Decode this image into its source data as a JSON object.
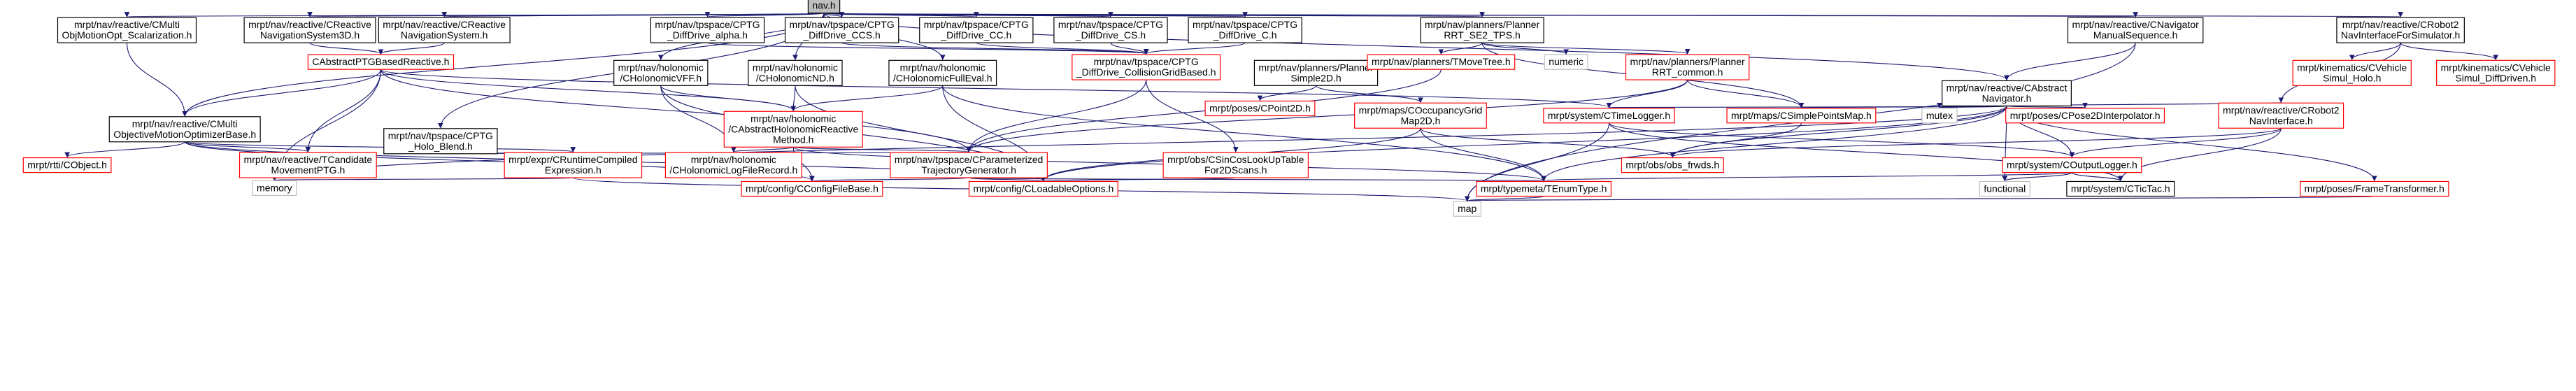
{
  "colors": {
    "edge": "#191970",
    "box_default": "#000000",
    "box_missing": "#ff0000",
    "box_system": "#bfbfbf",
    "root_fill": "#bfbfbf",
    "text": "#000000"
  },
  "nodes": [
    {
      "id": "nav",
      "lines": [
        "nav.h"
      ],
      "kind": "root"
    },
    {
      "id": "multiobj_scal",
      "lines": [
        "mrpt/nav/reactive/CMulti",
        "ObjMotionOpt_Scalarization.h"
      ],
      "kind": "default"
    },
    {
      "id": "crn3d",
      "lines": [
        "mrpt/nav/reactive/CReactive",
        "NavigationSystem3D.h"
      ],
      "kind": "default"
    },
    {
      "id": "crns",
      "lines": [
        "mrpt/nav/reactive/CReactive",
        "NavigationSystem.h"
      ],
      "kind": "default"
    },
    {
      "id": "alpha",
      "lines": [
        "mrpt/nav/tpspace/CPTG",
        "_DiffDrive_alpha.h"
      ],
      "kind": "default"
    },
    {
      "id": "ccs",
      "lines": [
        "mrpt/nav/tpspace/CPTG",
        "_DiffDrive_CCS.h"
      ],
      "kind": "default"
    },
    {
      "id": "cc",
      "lines": [
        "mrpt/nav/tpspace/CPTG",
        "_DiffDrive_CC.h"
      ],
      "kind": "default"
    },
    {
      "id": "cs",
      "lines": [
        "mrpt/nav/tpspace/CPTG",
        "_DiffDrive_CS.h"
      ],
      "kind": "default"
    },
    {
      "id": "c",
      "lines": [
        "mrpt/nav/tpspace/CPTG",
        "_DiffDrive_C.h"
      ],
      "kind": "default"
    },
    {
      "id": "rrt_se2",
      "lines": [
        "mrpt/nav/planners/Planner",
        "RRT_SE2_TPS.h"
      ],
      "kind": "default"
    },
    {
      "id": "cnavmanual",
      "lines": [
        "mrpt/nav/reactive/CNavigator",
        "ManualSequence.h"
      ],
      "kind": "default"
    },
    {
      "id": "crobot2sim",
      "lines": [
        "mrpt/nav/reactive/CRobot2",
        "NavInterfaceForSimulator.h"
      ],
      "kind": "default"
    },
    {
      "id": "ptgbased",
      "lines": [
        "CAbstractPTGBasedReactive.h"
      ],
      "kind": "missing"
    },
    {
      "id": "vff",
      "lines": [
        "mrpt/nav/holonomic",
        "/CHolonomicVFF.h"
      ],
      "kind": "default"
    },
    {
      "id": "nd",
      "lines": [
        "mrpt/nav/holonomic",
        "/CHolonomicND.h"
      ],
      "kind": "default"
    },
    {
      "id": "fulleval",
      "lines": [
        "mrpt/nav/holonomic",
        "/CHolonomicFullEval.h"
      ],
      "kind": "default"
    },
    {
      "id": "collgrid",
      "lines": [
        "mrpt/nav/tpspace/CPTG",
        "_DiffDrive_CollisionGridBased.h"
      ],
      "kind": "missing"
    },
    {
      "id": "simple2d",
      "lines": [
        "mrpt/nav/planners/Planner",
        "Simple2D.h"
      ],
      "kind": "default"
    },
    {
      "id": "tmovetree",
      "lines": [
        "mrpt/nav/planners/TMoveTree.h"
      ],
      "kind": "missing"
    },
    {
      "id": "numeric",
      "lines": [
        "numeric"
      ],
      "kind": "system"
    },
    {
      "id": "rrtcommon",
      "lines": [
        "mrpt/nav/planners/Planner",
        "RRT_common.h"
      ],
      "kind": "missing"
    },
    {
      "id": "cabsnav",
      "lines": [
        "mrpt/nav/reactive/CAbstract",
        "Navigator.h"
      ],
      "kind": "default"
    },
    {
      "id": "vehholo",
      "lines": [
        "mrpt/kinematics/CVehicle",
        "Simul_Holo.h"
      ],
      "kind": "missing"
    },
    {
      "id": "vehdiff",
      "lines": [
        "mrpt/kinematics/CVehicle",
        "Simul_DiffDriven.h"
      ],
      "kind": "missing"
    },
    {
      "id": "multiobjbase",
      "lines": [
        "mrpt/nav/reactive/CMulti",
        "ObjectiveMotionOptimizerBase.h"
      ],
      "kind": "default"
    },
    {
      "id": "holoblend",
      "lines": [
        "mrpt/nav/tpspace/CPTG",
        "_Holo_Blend.h"
      ],
      "kind": "default"
    },
    {
      "id": "absholo",
      "lines": [
        "mrpt/nav/holonomic",
        "/CAbstractHolonomicReactive",
        "Method.h"
      ],
      "kind": "missing"
    },
    {
      "id": "cpoint2d",
      "lines": [
        "mrpt/poses/CPoint2D.h"
      ],
      "kind": "missing"
    },
    {
      "id": "occgrid",
      "lines": [
        "mrpt/maps/COccupancyGrid",
        "Map2D.h"
      ],
      "kind": "missing"
    },
    {
      "id": "timelogger",
      "lines": [
        "mrpt/system/CTimeLogger.h"
      ],
      "kind": "missing"
    },
    {
      "id": "simplepoints",
      "lines": [
        "mrpt/maps/CSimplePointsMap.h"
      ],
      "kind": "missing"
    },
    {
      "id": "mutex",
      "lines": [
        "mutex"
      ],
      "kind": "system"
    },
    {
      "id": "pose2dinterp",
      "lines": [
        "mrpt/poses/CPose2DInterpolator.h"
      ],
      "kind": "missing"
    },
    {
      "id": "crobot2",
      "lines": [
        "mrpt/nav/reactive/CRobot2",
        "NavInterface.h"
      ],
      "kind": "missing"
    },
    {
      "id": "cobject",
      "lines": [
        "mrpt/rtti/CObject.h"
      ],
      "kind": "missing"
    },
    {
      "id": "tcandidate",
      "lines": [
        "mrpt/nav/reactive/TCandidate",
        "MovementPTG.h"
      ],
      "kind": "missing"
    },
    {
      "id": "runtimecompiled",
      "lines": [
        "mrpt/expr/CRuntimeCompiled",
        "Expression.h"
      ],
      "kind": "missing"
    },
    {
      "id": "hololog",
      "lines": [
        "mrpt/nav/holonomic",
        "/CHolonomicLogFileRecord.h"
      ],
      "kind": "missing"
    },
    {
      "id": "paramtraj",
      "lines": [
        "mrpt/nav/tpspace/CParameterized",
        "TrajectoryGenerator.h"
      ],
      "kind": "missing"
    },
    {
      "id": "sincos",
      "lines": [
        "mrpt/obs/CSinCosLookUpTable",
        "For2DScans.h"
      ],
      "kind": "missing"
    },
    {
      "id": "obsfwds",
      "lines": [
        "mrpt/obs/obs_frwds.h"
      ],
      "kind": "missing"
    },
    {
      "id": "outputlogger",
      "lines": [
        "mrpt/system/COutputLogger.h"
      ],
      "kind": "missing"
    },
    {
      "id": "memory",
      "lines": [
        "memory"
      ],
      "kind": "system"
    },
    {
      "id": "configfile",
      "lines": [
        "mrpt/config/CConfigFileBase.h"
      ],
      "kind": "missing"
    },
    {
      "id": "loadable",
      "lines": [
        "mrpt/config/CLoadableOptions.h"
      ],
      "kind": "missing"
    },
    {
      "id": "tenumtype",
      "lines": [
        "mrpt/typemeta/TEnumType.h"
      ],
      "kind": "missing"
    },
    {
      "id": "functional",
      "lines": [
        "functional"
      ],
      "kind": "system"
    },
    {
      "id": "ctictac",
      "lines": [
        "mrpt/system/CTicTac.h"
      ],
      "kind": "default"
    },
    {
      "id": "frametrans",
      "lines": [
        "mrpt/poses/FrameTransformer.h"
      ],
      "kind": "missing"
    },
    {
      "id": "map",
      "lines": [
        "map"
      ],
      "kind": "system"
    }
  ],
  "edges": [
    [
      "nav",
      "multiobj_scal"
    ],
    [
      "nav",
      "crn3d"
    ],
    [
      "nav",
      "crns"
    ],
    [
      "nav",
      "alpha"
    ],
    [
      "nav",
      "ccs"
    ],
    [
      "nav",
      "cc"
    ],
    [
      "nav",
      "cs"
    ],
    [
      "nav",
      "c"
    ],
    [
      "nav",
      "rrt_se2"
    ],
    [
      "nav",
      "cnavmanual"
    ],
    [
      "nav",
      "crobot2sim"
    ],
    [
      "nav",
      "vff"
    ],
    [
      "nav",
      "nd"
    ],
    [
      "nav",
      "fulleval"
    ],
    [
      "nav",
      "holoblend"
    ],
    [
      "nav",
      "multiobjbase"
    ],
    [
      "nav",
      "cabsnav"
    ],
    [
      "multiobj_scal",
      "multiobjbase"
    ],
    [
      "crn3d",
      "ptgbased"
    ],
    [
      "crns",
      "ptgbased"
    ],
    [
      "alpha",
      "collgrid"
    ],
    [
      "ccs",
      "collgrid"
    ],
    [
      "cc",
      "collgrid"
    ],
    [
      "cs",
      "collgrid"
    ],
    [
      "c",
      "collgrid"
    ],
    [
      "rrt_se2",
      "tmovetree"
    ],
    [
      "rrt_se2",
      "numeric"
    ],
    [
      "rrt_se2",
      "rrtcommon"
    ],
    [
      "rrt_se2",
      "simplepoints"
    ],
    [
      "cnavmanual",
      "cabsnav"
    ],
    [
      "cnavmanual",
      "map"
    ],
    [
      "crobot2sim",
      "crobot2"
    ],
    [
      "crobot2sim",
      "vehholo"
    ],
    [
      "crobot2sim",
      "vehdiff"
    ],
    [
      "ptgbased",
      "multiobjbase"
    ],
    [
      "ptgbased",
      "absholo"
    ],
    [
      "ptgbased",
      "timelogger"
    ],
    [
      "ptgbased",
      "tcandidate"
    ],
    [
      "ptgbased",
      "paramtraj"
    ],
    [
      "ptgbased",
      "memory"
    ],
    [
      "vff",
      "absholo"
    ],
    [
      "vff",
      "hololog"
    ],
    [
      "vff",
      "loadable"
    ],
    [
      "nd",
      "absholo"
    ],
    [
      "nd",
      "loadable"
    ],
    [
      "fulleval",
      "absholo"
    ],
    [
      "fulleval",
      "loadable"
    ],
    [
      "fulleval",
      "tenumtype"
    ],
    [
      "collgrid",
      "paramtraj"
    ],
    [
      "collgrid",
      "sincos"
    ],
    [
      "simple2d",
      "cpoint2d"
    ],
    [
      "simple2d",
      "occgrid"
    ],
    [
      "tmovetree",
      "paramtraj"
    ],
    [
      "rrtcommon",
      "timelogger"
    ],
    [
      "rrtcommon",
      "simplepoints"
    ],
    [
      "rrtcommon",
      "paramtraj"
    ],
    [
      "cabsnav",
      "timelogger"
    ],
    [
      "cabsnav",
      "mutex"
    ],
    [
      "cabsnav",
      "pose2dinterp"
    ],
    [
      "cabsnav",
      "crobot2"
    ],
    [
      "cabsnav",
      "outputlogger"
    ],
    [
      "cabsnav",
      "functional"
    ],
    [
      "cabsnav",
      "frametrans"
    ],
    [
      "cabsnav",
      "obsfwds"
    ],
    [
      "cabsnav",
      "loadable"
    ],
    [
      "cabsnav",
      "tenumtype"
    ],
    [
      "cabsnav",
      "simplepoints"
    ],
    [
      "cabsnav",
      "memory"
    ],
    [
      "multiobjbase",
      "cobject"
    ],
    [
      "multiobjbase",
      "tcandidate"
    ],
    [
      "multiobjbase",
      "runtimecompiled"
    ],
    [
      "multiobjbase",
      "loadable"
    ],
    [
      "multiobjbase",
      "configfile"
    ],
    [
      "holoblend",
      "paramtraj"
    ],
    [
      "holoblend",
      "runtimecompiled"
    ],
    [
      "absholo",
      "hololog"
    ],
    [
      "absholo",
      "paramtraj"
    ],
    [
      "absholo",
      "configfile"
    ],
    [
      "absholo",
      "tenumtype"
    ],
    [
      "occgrid",
      "obsfwds"
    ],
    [
      "occgrid",
      "tenumtype"
    ],
    [
      "occgrid",
      "loadable"
    ],
    [
      "timelogger",
      "outputlogger"
    ],
    [
      "timelogger",
      "map"
    ],
    [
      "timelogger",
      "ctictac"
    ],
    [
      "simplepoints",
      "obsfwds"
    ],
    [
      "crobot2",
      "outputlogger"
    ],
    [
      "crobot2",
      "ctictac"
    ],
    [
      "crobot2",
      "obsfwds"
    ],
    [
      "runtimecompiled",
      "memory"
    ],
    [
      "runtimecompiled",
      "map"
    ],
    [
      "paramtraj",
      "configfile"
    ],
    [
      "paramtraj",
      "loadable"
    ],
    [
      "paramtraj",
      "tenumtype"
    ],
    [
      "sincos",
      "loadable"
    ],
    [
      "outputlogger",
      "functional"
    ],
    [
      "outputlogger",
      "ctictac"
    ],
    [
      "outputlogger",
      "tenumtype"
    ],
    [
      "tenumtype",
      "map"
    ],
    [
      "frametrans",
      "map"
    ]
  ]
}
